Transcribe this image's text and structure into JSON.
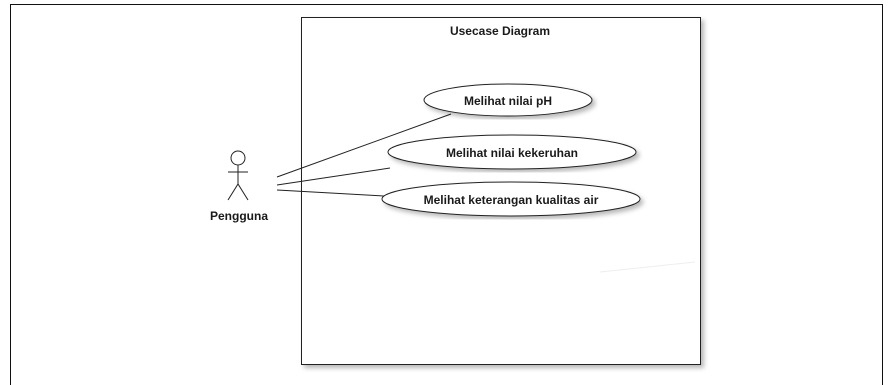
{
  "diagram": {
    "system_title": "Usecase Diagram",
    "actor": {
      "name": "Pengguna"
    },
    "use_cases": [
      {
        "label": "Melihat nilai pH"
      },
      {
        "label": "Melihat nilai kekeruhan"
      },
      {
        "label": "Melihat keterangan kualitas air"
      }
    ]
  },
  "colors": {
    "line": "#222222",
    "ellipse_fill": "#ffffff",
    "text": "#1a1a1a"
  }
}
